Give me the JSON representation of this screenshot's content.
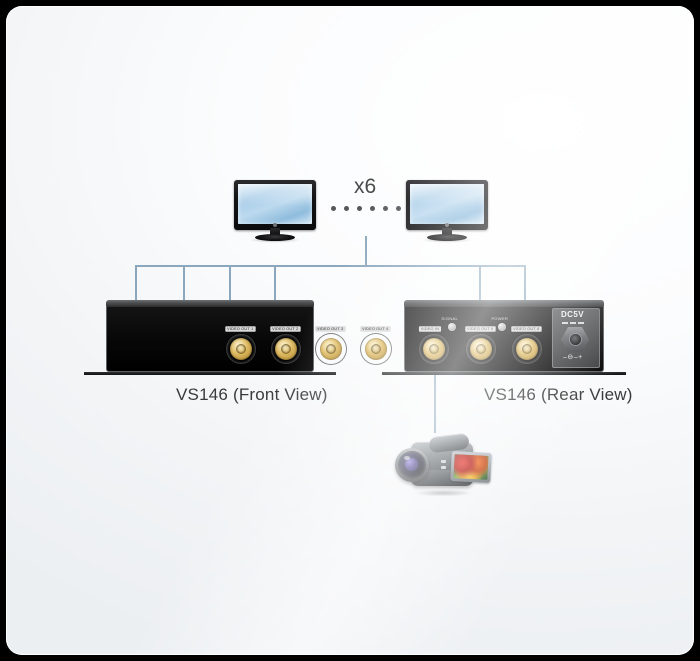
{
  "diagram": {
    "multiplier_label": "x6",
    "front_device": {
      "caption": "VS146 (Front View)",
      "ports": [
        {
          "label": "VIDEO OUT 1",
          "type": "bnc-connector"
        },
        {
          "label": "VIDEO OUT 2",
          "type": "bnc-connector"
        },
        {
          "label": "VIDEO OUT 3",
          "type": "bnc-connector"
        },
        {
          "label": "VIDEO OUT 4",
          "type": "bnc-connector"
        }
      ]
    },
    "rear_device": {
      "caption": "VS146 (Rear View)",
      "indicators": [
        {
          "label": "SIGNAL"
        },
        {
          "label": "POWER"
        }
      ],
      "ports": [
        {
          "label": "VIDEO IN",
          "type": "bnc-connector"
        },
        {
          "label": "VIDEO OUT 5",
          "type": "bnc-connector"
        },
        {
          "label": "VIDEO OUT 6",
          "type": "bnc-connector"
        }
      ],
      "power": {
        "label": "DC5V",
        "polarity": "–⊖–+"
      }
    },
    "monitors": [
      {
        "name": "display-left"
      },
      {
        "name": "display-right"
      }
    ],
    "source": {
      "name": "camcorder"
    },
    "colors": {
      "wire": "#8ba7bd",
      "caption_text": "#3a3a3a",
      "chassis": "#070707",
      "connector_gold": "#ddb95f",
      "background": "#f2f4f6"
    }
  }
}
